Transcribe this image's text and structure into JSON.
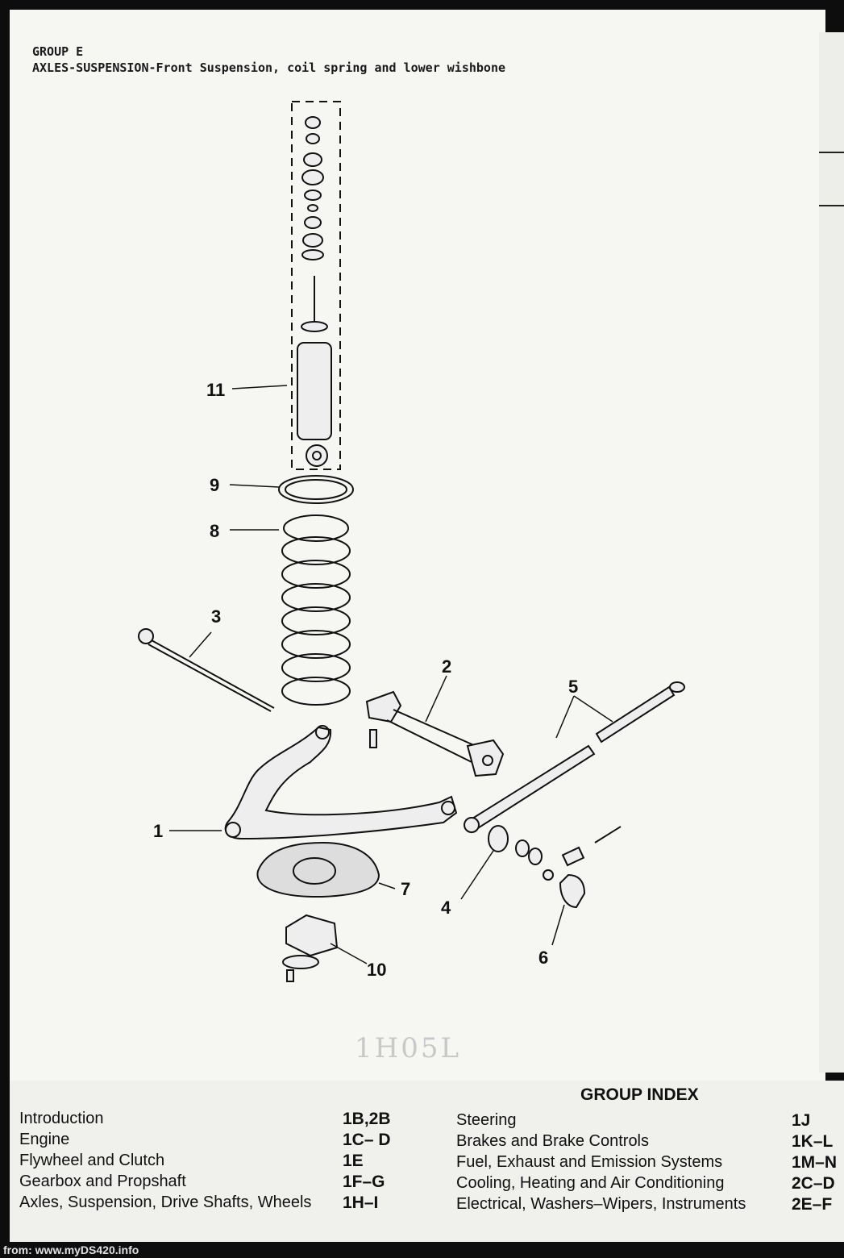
{
  "header": {
    "group": "GROUP E",
    "title": "AXLES-SUSPENSION-Front Suspension, coil spring and lower wishbone"
  },
  "diagram": {
    "callouts": [
      "1",
      "2",
      "3",
      "4",
      "5",
      "6",
      "7",
      "8",
      "9",
      "10",
      "11"
    ],
    "handwritten_note": "1H05L"
  },
  "group_index": {
    "title": "GROUP INDEX",
    "left": [
      {
        "label": "Introduction",
        "code": "1B,2B"
      },
      {
        "label": "Engine",
        "code": "1C– D"
      },
      {
        "label": "Flywheel and Clutch",
        "code": "1E"
      },
      {
        "label": "Gearbox and Propshaft",
        "code": "1F–G"
      },
      {
        "label": "Axles, Suspension, Drive Shafts, Wheels",
        "code": "1H–I"
      }
    ],
    "right": [
      {
        "label": "Steering",
        "code": "1J"
      },
      {
        "label": "Brakes and Brake Controls",
        "code": "1K–L"
      },
      {
        "label": "Fuel, Exhaust and Emission Systems",
        "code": "1M–N"
      },
      {
        "label": "Cooling, Heating and Air Conditioning",
        "code": "2C–D"
      },
      {
        "label": "Electrical, Washers–Wipers, Instruments",
        "code": "2E–F"
      }
    ]
  },
  "footer": {
    "source": "from: www.myDS420.info"
  }
}
